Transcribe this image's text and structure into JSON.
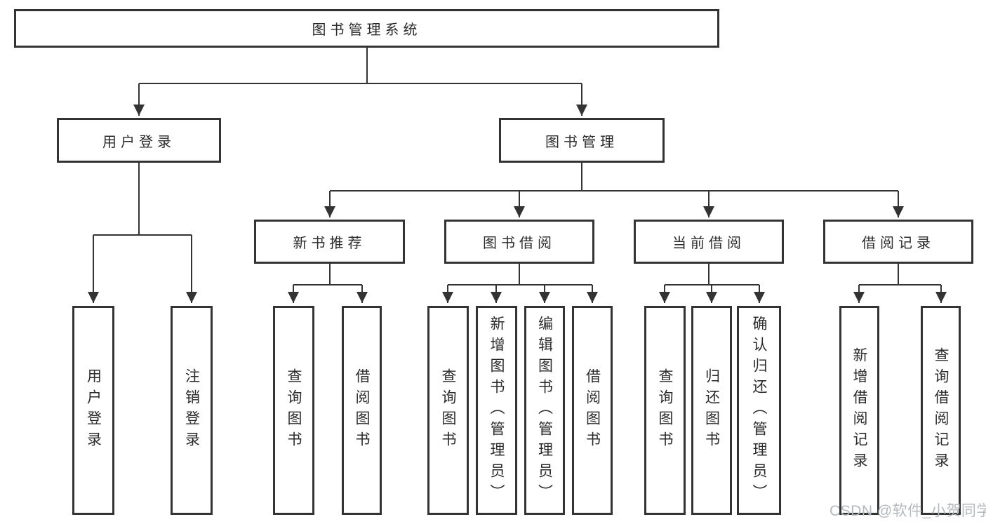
{
  "diagram": {
    "root": {
      "label": "图书管理系统",
      "children": [
        {
          "label": "用户登录",
          "children": [
            {
              "label": "用户登录"
            },
            {
              "label": "注销登录"
            }
          ]
        },
        {
          "label": "图书管理",
          "children": [
            {
              "label": "新书推荐",
              "children": [
                {
                  "label": "查询图书"
                },
                {
                  "label": "借阅图书"
                }
              ]
            },
            {
              "label": "图书借阅",
              "children": [
                {
                  "label": "查询图书"
                },
                {
                  "label": "新增图书（管理员）"
                },
                {
                  "label": "编辑图书（管理员）"
                },
                {
                  "label": "借阅图书"
                }
              ]
            },
            {
              "label": "当前借阅",
              "children": [
                {
                  "label": "查询图书"
                },
                {
                  "label": "归还图书"
                },
                {
                  "label": "确认归还（管理员）"
                }
              ]
            },
            {
              "label": "借阅记录",
              "children": [
                {
                  "label": "新增借阅记录"
                },
                {
                  "label": "查询借阅记录"
                }
              ]
            }
          ]
        }
      ]
    },
    "colors": {
      "line": "#333333",
      "node_text": "#2b2b2b",
      "watermark_text": "#b5b9be"
    }
  },
  "watermark": {
    "text": "CSDN @软件_小贺同学"
  }
}
